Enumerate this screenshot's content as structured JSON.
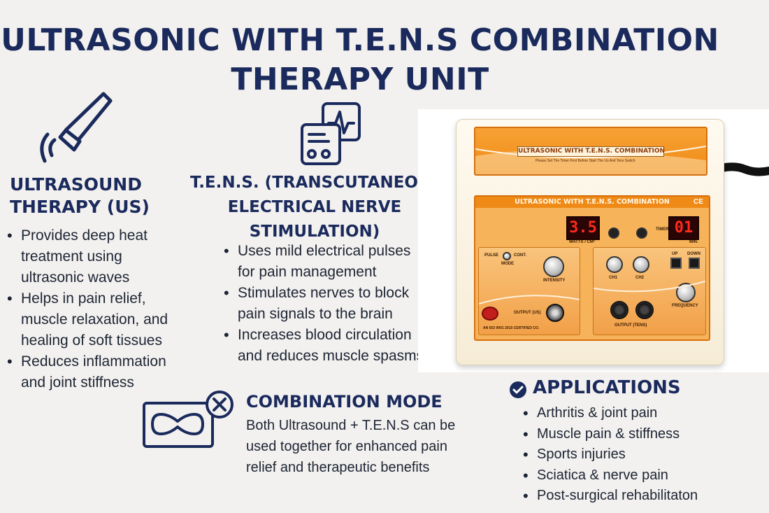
{
  "title": {
    "line1": "ULTRASONIC WITH T.E.N.S COMBINATION",
    "line2": "THERAPY UNIT"
  },
  "ultrasound": {
    "heading_line1": "ULTRASOUND",
    "heading_line2": "THERAPY (US)",
    "icon": "ultrasound-probe-icon",
    "items": [
      {
        "line1": "Provides deep heat",
        "line2": "treatment using",
        "line3": "ultrasonic waves"
      },
      {
        "line1": "Helps in pain relief,",
        "line2": "muscle relaxation, and",
        "line3": "healing of soft tissues"
      },
      {
        "line1": "Reduces inflammation",
        "line2": "and joint stiffness",
        "line3": ""
      }
    ]
  },
  "tens": {
    "heading_line1": "T.E.N.S. (TRANSCUTANEOUS",
    "heading_line2": "ELECTRICAL NERVE",
    "heading_line3": "STIMULATION)",
    "icon": "tens-device-icon",
    "items": [
      {
        "line1": "Uses mild electrical pulses",
        "line2": "for pain management"
      },
      {
        "line1": "Stimulates nerves to block",
        "line2": "pain signals to the brain"
      },
      {
        "line1": "Increases blood circulation",
        "line2": "and reduces muscle spasms"
      }
    ]
  },
  "combination": {
    "heading": "COMBINATION MODE",
    "icon": "combination-pad-icon",
    "text_line1": "Both Ultrasound + T.E.N.S can be",
    "text_line2": "used together for enhanced pain",
    "text_line3": "relief and therapeutic benefits"
  },
  "applications": {
    "heading": "APPLICATIONS",
    "icon": "check-circle-icon",
    "items": [
      "Arthritis & joint pain",
      "Muscle pain & stiffness",
      "Sports injuries",
      "Sciatica & nerve pain",
      "Post-surgical rehabilitaton"
    ]
  },
  "device": {
    "top_label": "ULTRASONIC WITH T.E.N.S. COMBINATION",
    "top_sub": "Please Set The Timer First Before Start The Us And Tens Switch",
    "panel_label": "ULTRASONIC WITH T.E.N.S. COMBINATION",
    "ce_mark": "CE",
    "display_intensity": "3.5",
    "display_intensity_label": "WATTS / CM²",
    "display_timer": "01",
    "timer_label": "TIMER",
    "timer_unit": "MIN.",
    "pulse_label": "PULSE",
    "cont_label": "CONT.",
    "mode_label": "MODE",
    "intensity_label": "INTENSITY",
    "output_us_label": "OUTPUT (US)",
    "certified_label": "AN ISO 9001 2015 CERTIFIED CO.",
    "up_label": "UP",
    "down_label": "DOWN",
    "ch1_label": "CH1",
    "ch2_label": "CH2",
    "frequency_label": "FREQUENCY",
    "output_tens_label": "OUTPUT (TENS)",
    "accent_color": "#ef8a14"
  },
  "colors": {
    "heading": "#1a2a5c",
    "text": "#1c2433",
    "background": "#f3f1ef"
  }
}
